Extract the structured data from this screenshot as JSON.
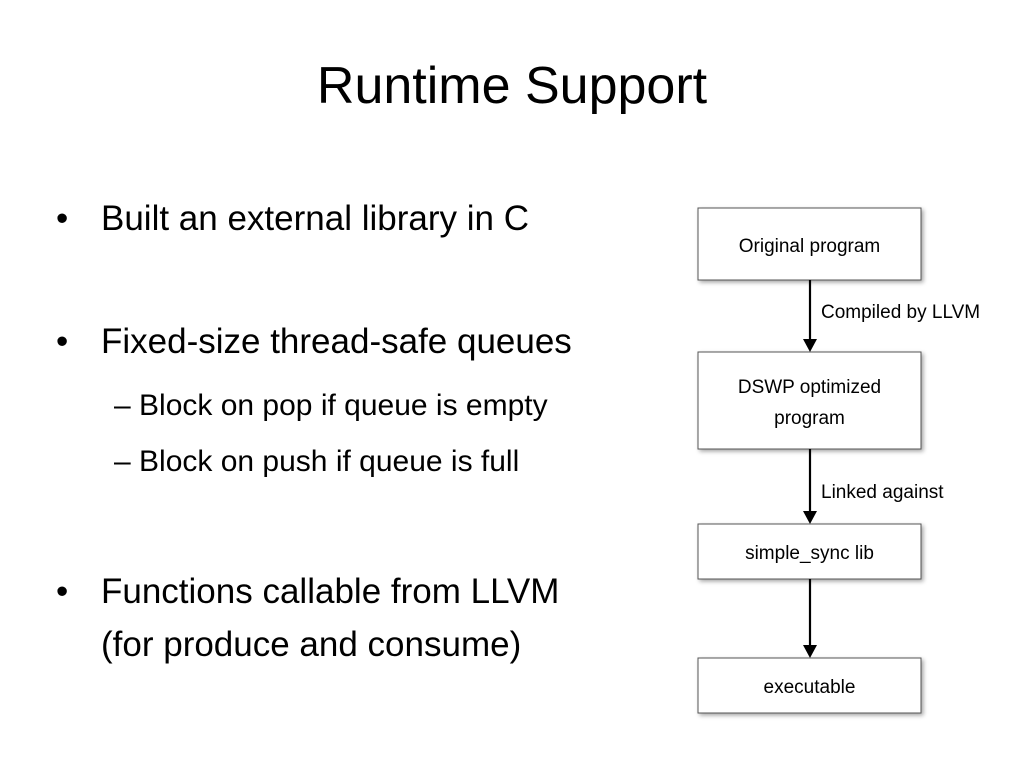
{
  "slide": {
    "title": "Runtime Support"
  },
  "bullets": [
    {
      "text": "Built an external library in C",
      "sub": []
    },
    {
      "text": "Fixed-size thread-safe queues",
      "sub": [
        "Block on pop if queue is empty",
        "Block on push if queue is full"
      ]
    },
    {
      "lines": [
        "Functions callable from LLVM",
        "(for produce and consume)"
      ]
    }
  ],
  "diagram": {
    "nodes": [
      {
        "lines": [
          "Original program"
        ]
      },
      {
        "lines": [
          "DSWP optimized",
          "program"
        ]
      },
      {
        "lines": [
          "simple_sync lib"
        ]
      },
      {
        "lines": [
          "executable"
        ]
      }
    ],
    "edges": [
      {
        "label": "Compiled by LLVM"
      },
      {
        "label": "Linked against"
      },
      {
        "label": ""
      }
    ]
  }
}
